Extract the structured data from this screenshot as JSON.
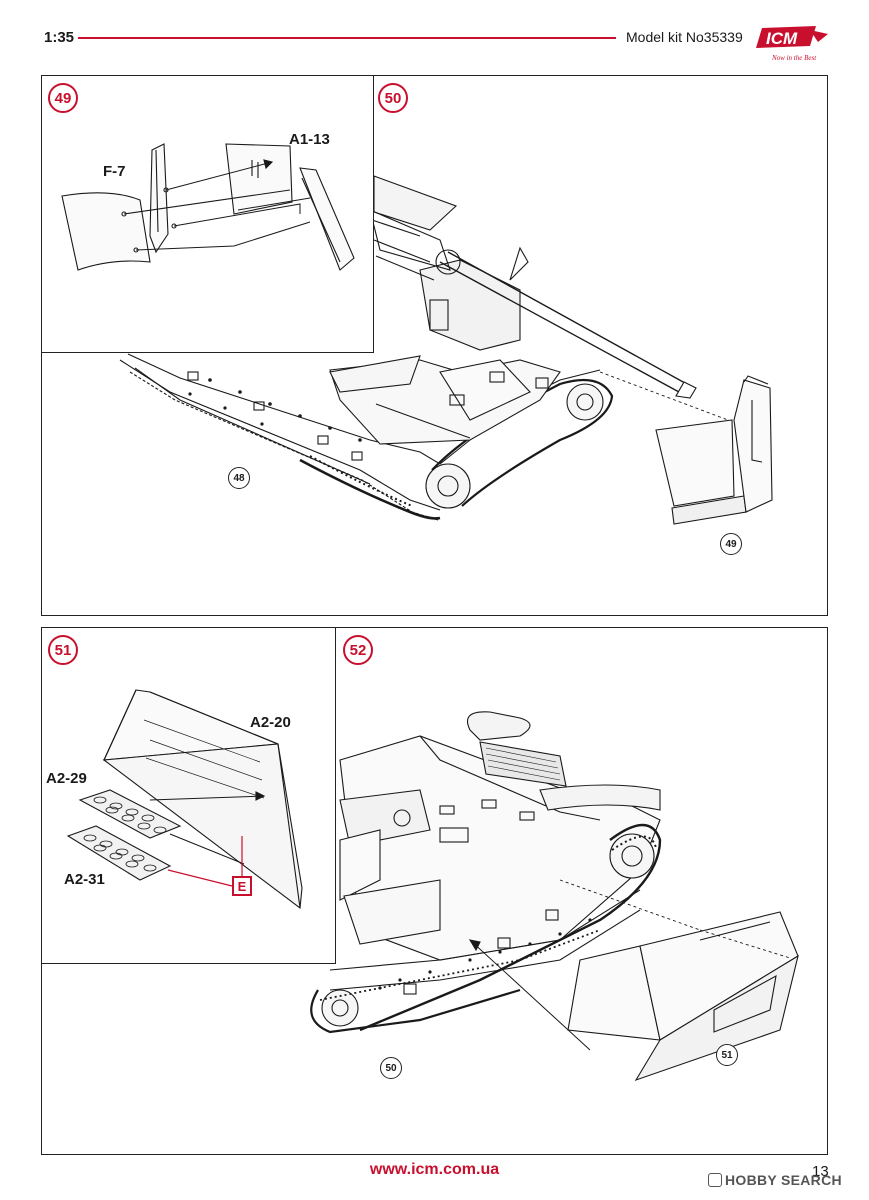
{
  "header": {
    "scale": "1:35",
    "kit_number": "Model kit No35339",
    "brand": "ICM",
    "brand_tagline": "Now in the Best"
  },
  "steps": {
    "s49": {
      "number": "49"
    },
    "s50": {
      "number": "50"
    },
    "s51": {
      "number": "51"
    },
    "s52": {
      "number": "52"
    }
  },
  "refs": {
    "r48": "48",
    "r49": "49",
    "r50": "50",
    "r51": "51"
  },
  "parts": {
    "a1_13": "A1-13",
    "f_7": "F-7",
    "a2_20": "A2-20",
    "a2_29": "A2-29",
    "a2_31": "A2-31"
  },
  "sprue_marker": "E",
  "footer": {
    "url": "www.icm.com.ua",
    "page": "13",
    "watermark": "HOBBY SEARCH"
  },
  "colors": {
    "accent": "#c8102e",
    "line": "#1a1a1a"
  }
}
